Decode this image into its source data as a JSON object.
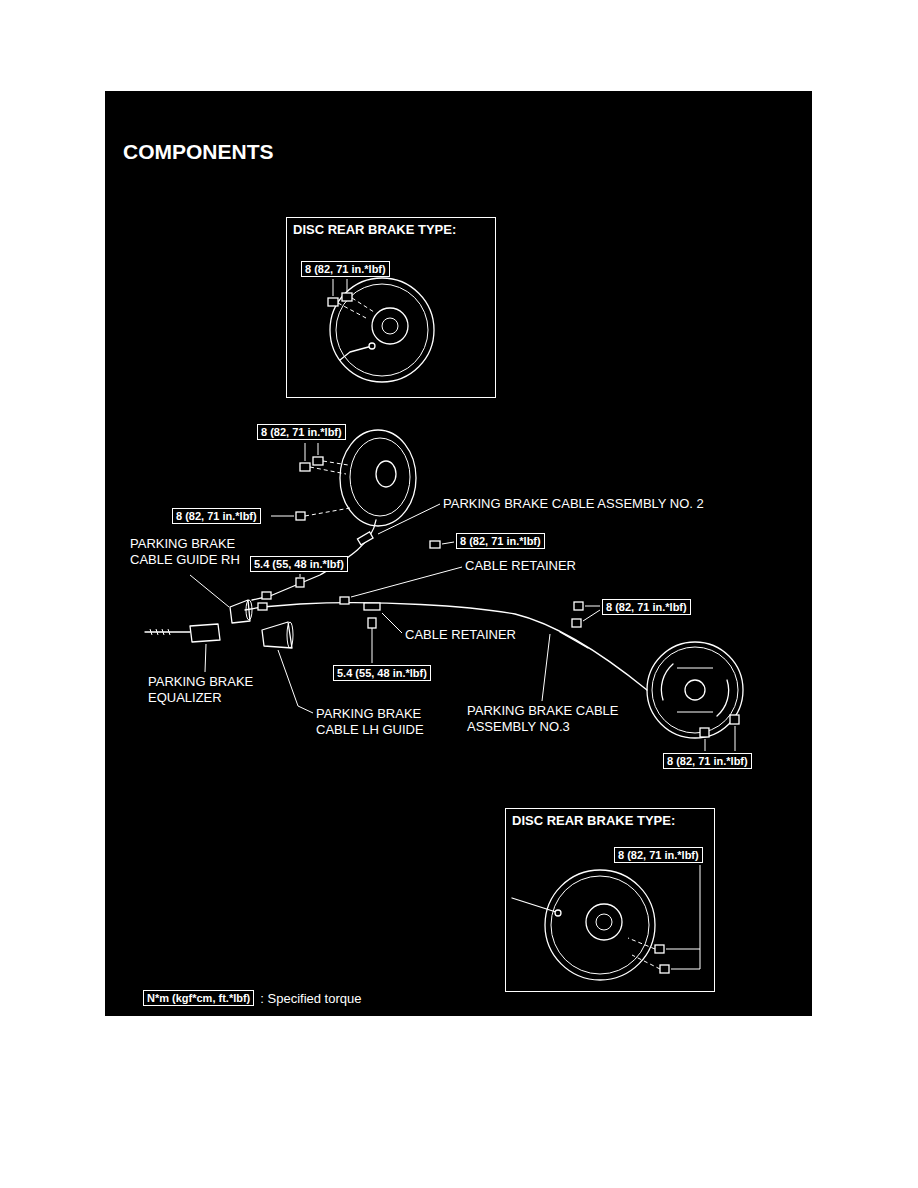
{
  "diagram": {
    "title": "COMPONENTS",
    "nodes": [
      {
        "text": [
          "DISC REAR BRAKE TYPE:"
        ]
      },
      {
        "text": [
          "8 (82, 71 in.*lbf)"
        ],
        "in": 0
      },
      {
        "text": [
          "8 (82, 71 in.*lbf)"
        ]
      },
      {
        "text": [
          "8 (82, 71 in.*lbf)"
        ]
      },
      {
        "text": [
          "8 (82, 71 in.*lbf)"
        ]
      },
      {
        "text": [
          "5.4 (55, 48 in.*lbf)"
        ]
      },
      {
        "text": [
          "5.4 (55, 48 in.*lbf)"
        ]
      },
      {
        "text": [
          "8 (82, 71 in.*lbf)"
        ]
      },
      {
        "text": [
          "8 (82, 71 in.*lbf)"
        ]
      },
      {
        "text": [
          "DISC REAR BRAKE TYPE:"
        ]
      },
      {
        "text": [
          "8 (82, 71 in.*lbf)"
        ],
        "in": 9
      },
      {
        "text": [
          "N*m (kgf*cm, ft.*lbf)"
        ]
      }
    ],
    "labels": [
      "PARKING BRAKE CABLE ASSEMBLY NO. 2",
      "PARKING BRAKE CABLE GUIDE RH",
      "CABLE RETAINER",
      "CABLE RETAINER",
      "PARKING BRAKE EQUALIZER",
      "PARKING BRAKE CABLE LH GUIDE",
      "PARKING BRAKE CABLE ASSEMBLY NO.3",
      ": Specified torque"
    ]
  }
}
